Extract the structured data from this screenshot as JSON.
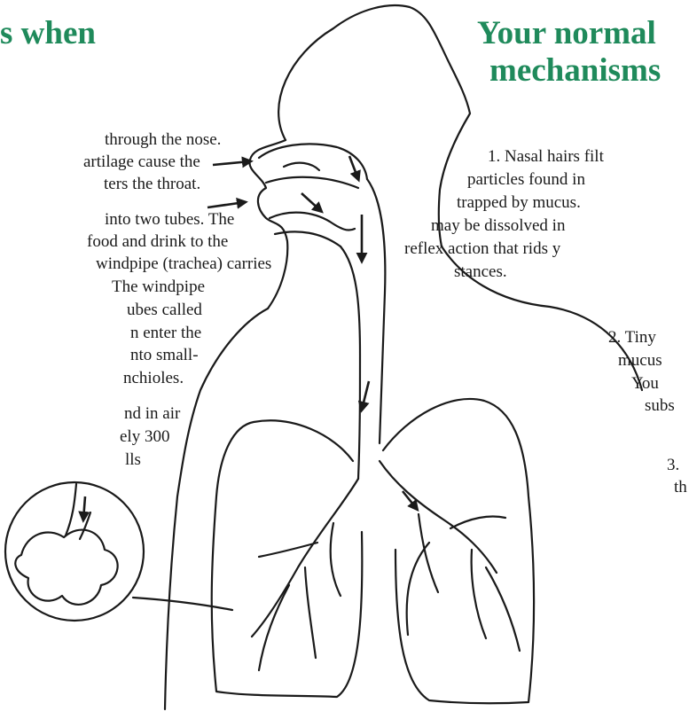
{
  "left_heading": "s when",
  "right_heading": [
    "Your normal",
    "mechanisms"
  ],
  "left_text": [
    "through the nose.",
    "artilage cause the",
    "ters the throat.",
    "into two tubes. The",
    "food and drink to the",
    "windpipe (trachea) carries",
    "The windpipe",
    "ubes called",
    "n enter the",
    "nto small-",
    "nchioles.",
    "nd in air",
    "ely 300",
    "lls"
  ],
  "right_text": [
    "1. Nasal hairs filt",
    "particles found in",
    "trapped by mucus.",
    "may be dissolved in",
    "reflex action that rids y",
    "stances.",
    "2. Tiny",
    "mucus",
    "You",
    "subs",
    "3.",
    "th"
  ],
  "colors": {
    "heading": "#1f8a5b",
    "ink": "#1a1a1a"
  },
  "icons": [
    "arrow-icon"
  ]
}
